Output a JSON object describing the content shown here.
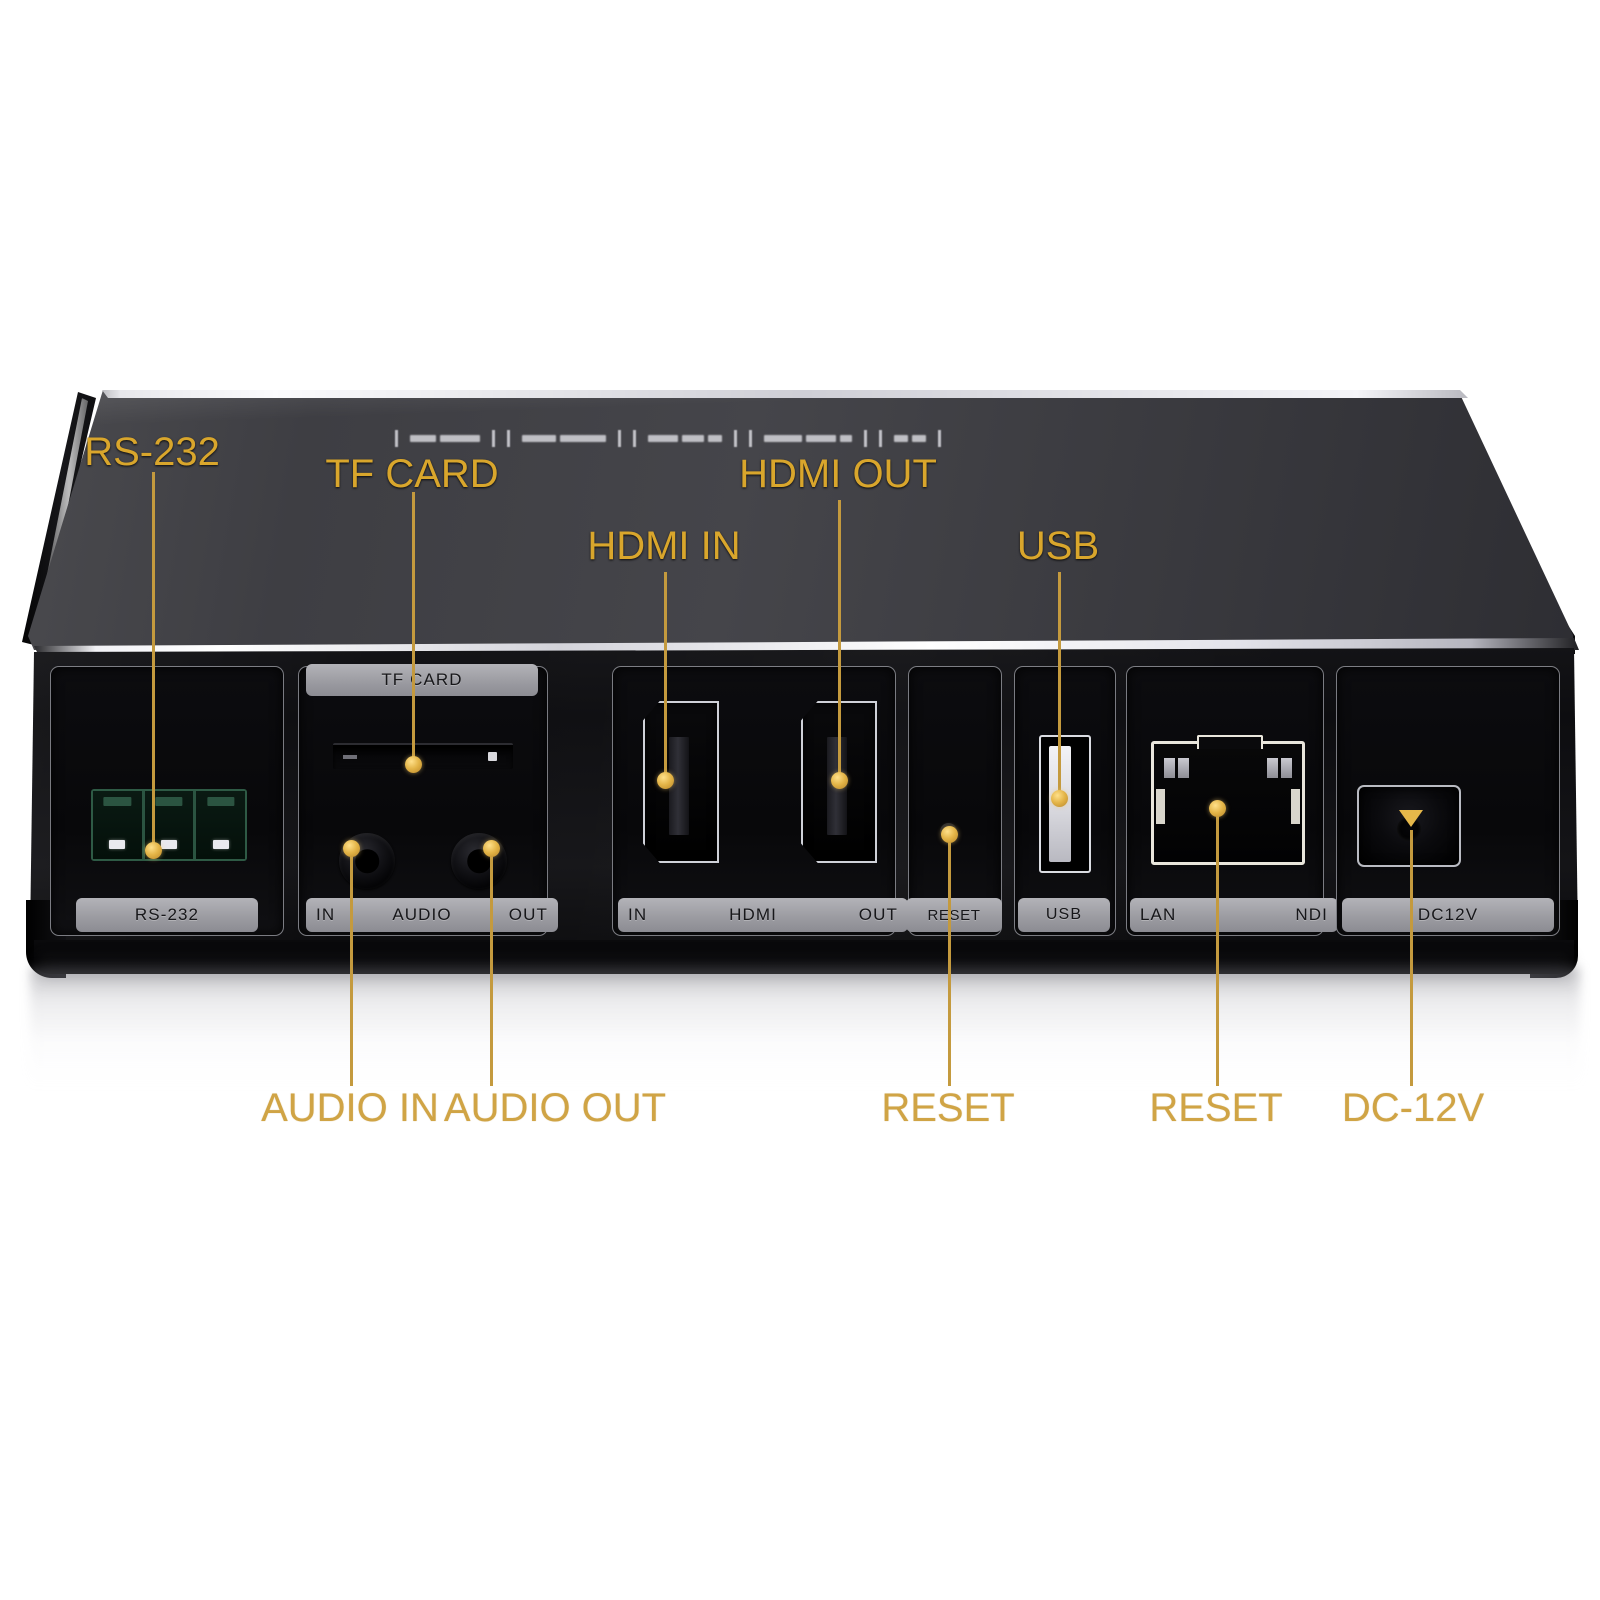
{
  "figure": {
    "title": "Video encoder rear panel port callout diagram",
    "background_color": "#ffffff",
    "callout_color_on_device": "#d9a62c",
    "callout_color_on_background": "#d0a445",
    "leader_line_color": "#c49a3e"
  },
  "device": {
    "body_color": "#0d0d10",
    "top_surface_color": "#3f3f45",
    "chrome_trim_color": "#e6e6ec",
    "label_strip_color": "#9a9aa0",
    "label_strip_text_color": "#17171a"
  },
  "callouts_top": [
    {
      "id": "rs232",
      "label": "RS-232"
    },
    {
      "id": "tf_card",
      "label": "TF CARD"
    },
    {
      "id": "hdmi_in",
      "label": "HDMI IN"
    },
    {
      "id": "hdmi_out",
      "label": "HDMI OUT"
    },
    {
      "id": "usb",
      "label": "USB"
    }
  ],
  "callouts_bottom": [
    {
      "id": "audio_in",
      "label": "AUDIO IN"
    },
    {
      "id": "audio_out",
      "label": "AUDIO OUT"
    },
    {
      "id": "reset",
      "label": "RESET"
    },
    {
      "id": "reset_lan",
      "label": "RESET"
    },
    {
      "id": "dc_12v",
      "label": "DC-12V"
    }
  ],
  "panels": [
    {
      "id": "rs232",
      "connector": "3-pin phoenix terminal block",
      "bottom_strip": "RS-232"
    },
    {
      "id": "tf_audio",
      "connector": "microSD card slot + two 3.5mm audio jacks",
      "top_strip": "TF CARD",
      "bottom_strip_left": "IN",
      "bottom_strip_center": "AUDIO",
      "bottom_strip_right": "OUT"
    },
    {
      "id": "hdmi",
      "connector": "two HDMI type-A ports",
      "bottom_strip_left": "IN",
      "bottom_strip_center": "HDMI",
      "bottom_strip_right": "OUT"
    },
    {
      "id": "reset",
      "connector": "recessed reset pinhole",
      "bottom_strip": "RESET"
    },
    {
      "id": "usb",
      "connector": "USB type-A port",
      "bottom_strip": "USB"
    },
    {
      "id": "lan_ndi",
      "connector": "RJ45 ethernet jack",
      "bottom_strip_left": "LAN",
      "bottom_strip_right": "NDI"
    },
    {
      "id": "dc12v",
      "connector": "DC barrel power jack",
      "bottom_strip": "DC12V"
    }
  ]
}
